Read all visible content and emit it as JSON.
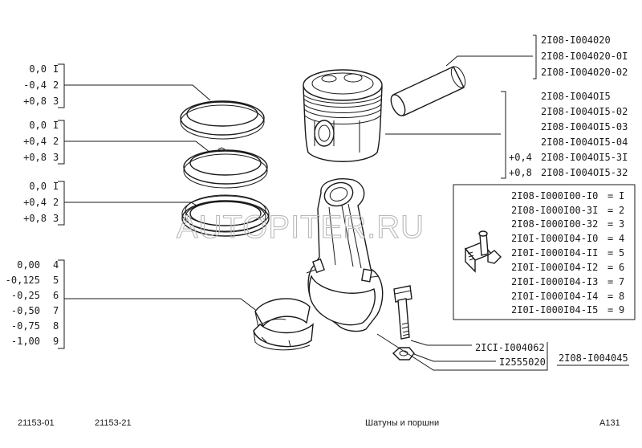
{
  "watermark": "AUTOPITER.RU",
  "left_groups": [
    {
      "name": "ring-1",
      "rows": [
        [
          "0,0",
          "I"
        ],
        [
          "-0,4",
          "2"
        ],
        [
          "+0,8",
          "3"
        ]
      ]
    },
    {
      "name": "ring-2",
      "rows": [
        [
          "0,0",
          "I"
        ],
        [
          "+0,4",
          "2"
        ],
        [
          "+0,8",
          "3"
        ]
      ]
    },
    {
      "name": "ring-3",
      "rows": [
        [
          "0,0",
          "I"
        ],
        [
          "+0,4",
          "2"
        ],
        [
          "+0,8",
          "3"
        ]
      ]
    },
    {
      "name": "bearing",
      "rows": [
        [
          "0,00",
          "4"
        ],
        [
          "-0,125",
          "5"
        ],
        [
          "-0,25",
          "6"
        ],
        [
          "-0,50",
          "7"
        ],
        [
          "-0,75",
          "8"
        ],
        [
          "-1,00",
          "9"
        ]
      ]
    }
  ],
  "pin_parts": [
    "2I08-I004020",
    "2I08-I004020-0I",
    "2I08-I004020-02"
  ],
  "piston_parts": [
    {
      "prefix": "",
      "code": "2I08-I004OI5"
    },
    {
      "prefix": "",
      "code": "2I08-I004OI5-02"
    },
    {
      "prefix": "",
      "code": "2I08-I004OI5-03"
    },
    {
      "prefix": "",
      "code": "2I08-I004OI5-04"
    },
    {
      "prefix": "+0,4",
      "code": "2I08-I004OI5-3I"
    },
    {
      "prefix": "+0,8",
      "code": "2I08-I004OI5-32"
    }
  ],
  "rod_table": [
    {
      "code": "2I08-I000I00-I0",
      "num": "I"
    },
    {
      "code": "2I08-I000I00-3I",
      "num": "2"
    },
    {
      "code": "2I08-I000I00-32",
      "num": "3"
    },
    {
      "code": "2I0I-I000I04-I0",
      "num": "4"
    },
    {
      "code": "2I0I-I000I04-II",
      "num": "5"
    },
    {
      "code": "2I0I-I000I04-I2",
      "num": "6"
    },
    {
      "code": "2I0I-I000I04-I3",
      "num": "7"
    },
    {
      "code": "2I0I-I000I04-I4",
      "num": "8"
    },
    {
      "code": "2I0I-I000I04-I5",
      "num": "9"
    }
  ],
  "bolt_part": "2ICI-I004062",
  "nut_part": "I2555020",
  "rod_part": "2I08-I004045",
  "footer": {
    "model_a": "21153-01",
    "model_b": "21153-21",
    "title": "Шатуны и поршни",
    "page": "A131"
  }
}
